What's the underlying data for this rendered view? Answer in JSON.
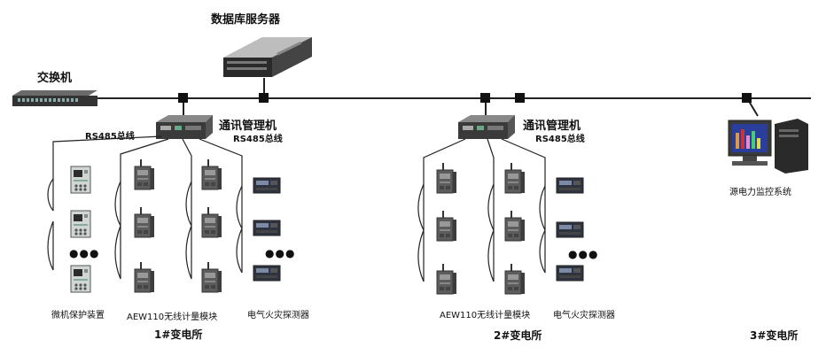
{
  "labels": {
    "db_server": "数据库服务器",
    "switch": "交换机",
    "comm_manager": "通讯管理机",
    "rs485_bus": "RS485总线",
    "micro_protection": "微机保护装置",
    "aew110": "AEW110无线计量模块",
    "fire_detector": "电气火灾探测器",
    "monitor_system": "源电力监控系统",
    "substation1": "1#变电所",
    "substation2": "2#变电所",
    "substation3": "3#变电所",
    "ellipsis": "●●●"
  },
  "colors": {
    "line": "#222222",
    "device_dark": "#2b2b2b",
    "device_panel": "#555555",
    "device_light": "#cfd6d3",
    "wireless_body": "#5c5c5c",
    "detector_dark": "#2e3340",
    "screen_blue": "#2a3f9c"
  }
}
